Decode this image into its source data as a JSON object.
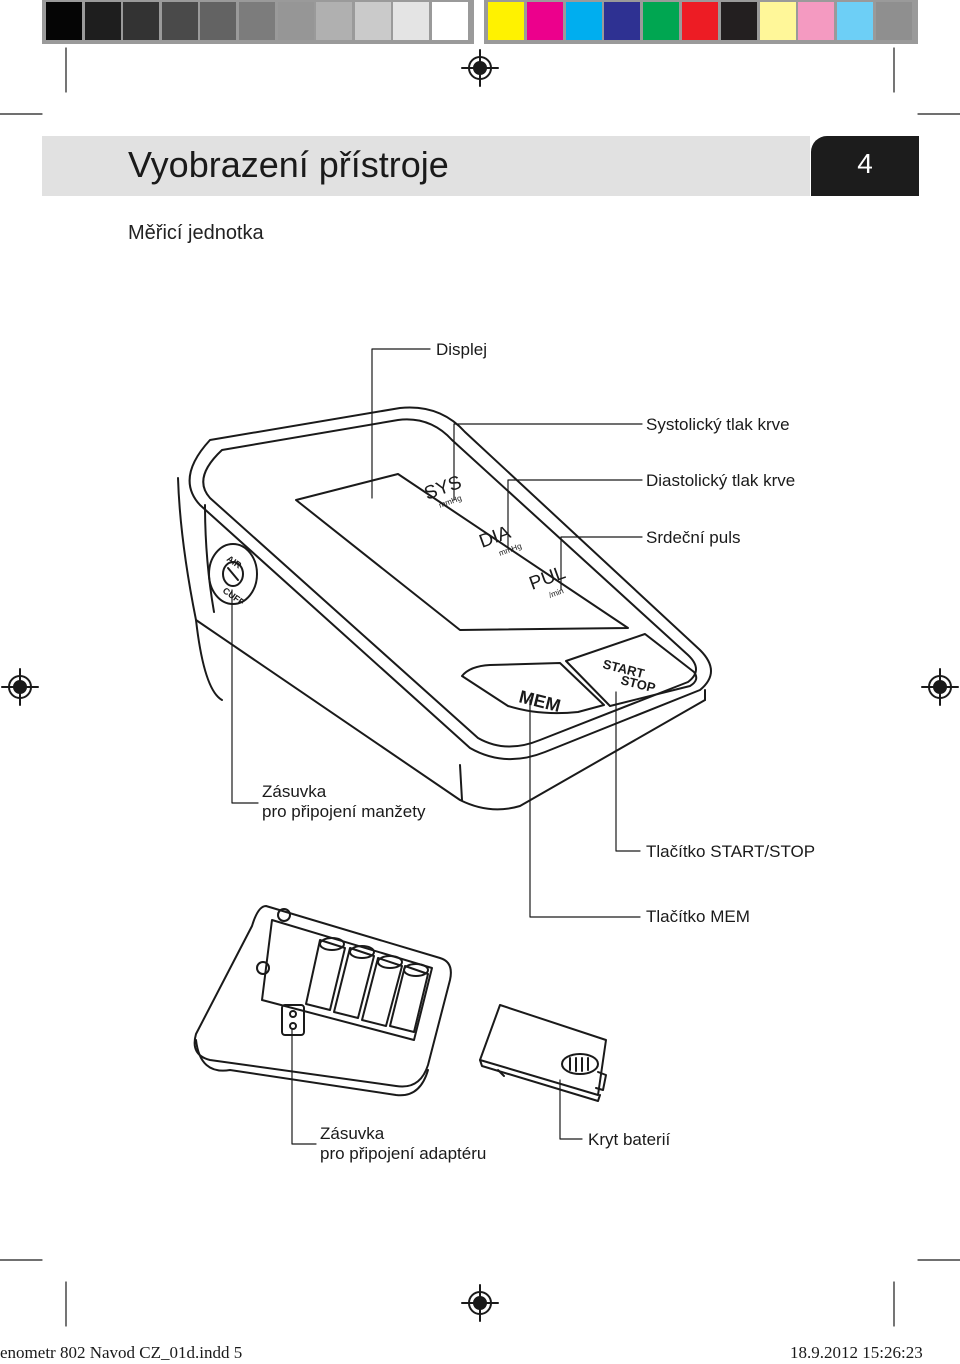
{
  "header": {
    "title": "Vyobrazení přístroje",
    "page_number": "4"
  },
  "section": {
    "subtitle": "Měřicí jednotka"
  },
  "device_labels": {
    "display": "Displej",
    "systolic": "Systolický tlak krve",
    "diastolic": "Diastolický tlak krve",
    "pulse": "Srdeční puls",
    "cuff_socket_line1": "Zásuvka",
    "cuff_socket_line2": "pro připojení manžety",
    "start_stop_button": "Tlačítko START/STOP",
    "mem_button": "Tlačítko MEM",
    "adapter_socket_line1": "Zásuvka",
    "adapter_socket_line2": "pro připojení adaptéru",
    "battery_cover": "Kryt baterií"
  },
  "device_markings": {
    "sys": "SYS",
    "sys_unit": "mmHg",
    "dia": "DIA",
    "dia_unit": "mmHg",
    "pul": "PUL",
    "pul_unit": "/min",
    "mem": "MEM",
    "start": "START",
    "stop": "STOP",
    "air": "AIR",
    "cuff": "CUFF"
  },
  "footer": {
    "file": "enometr 802 Navod CZ_01d.indd   5",
    "date": "18.9.2012   15:26:23"
  },
  "color_bar": {
    "grays": [
      "#050505",
      "#1e1e1e",
      "#333333",
      "#4a4a4a",
      "#636363",
      "#7c7c7c",
      "#969696",
      "#b0b0b0",
      "#cacaca",
      "#e4e4e4",
      "#ffffff"
    ],
    "colors": [
      "#fff200",
      "#ec008c",
      "#00aeef",
      "#2e3192",
      "#00a651",
      "#ed1c24",
      "#231f20",
      "#fff799",
      "#f49ac1",
      "#6dcff6",
      "#8f8f8f"
    ]
  }
}
